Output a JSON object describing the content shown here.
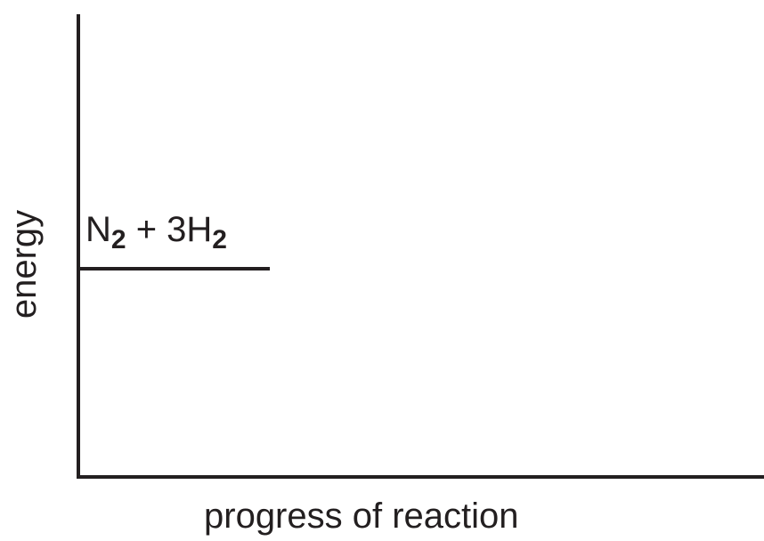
{
  "diagram": {
    "y_axis_label": "energy",
    "x_axis_label": "progress of reaction",
    "reactant_label": {
      "part1": "N",
      "sub1": "2",
      "part2": " + 3H",
      "sub2": "2"
    },
    "line_color": "#231f20",
    "background_color": "#ffffff"
  }
}
